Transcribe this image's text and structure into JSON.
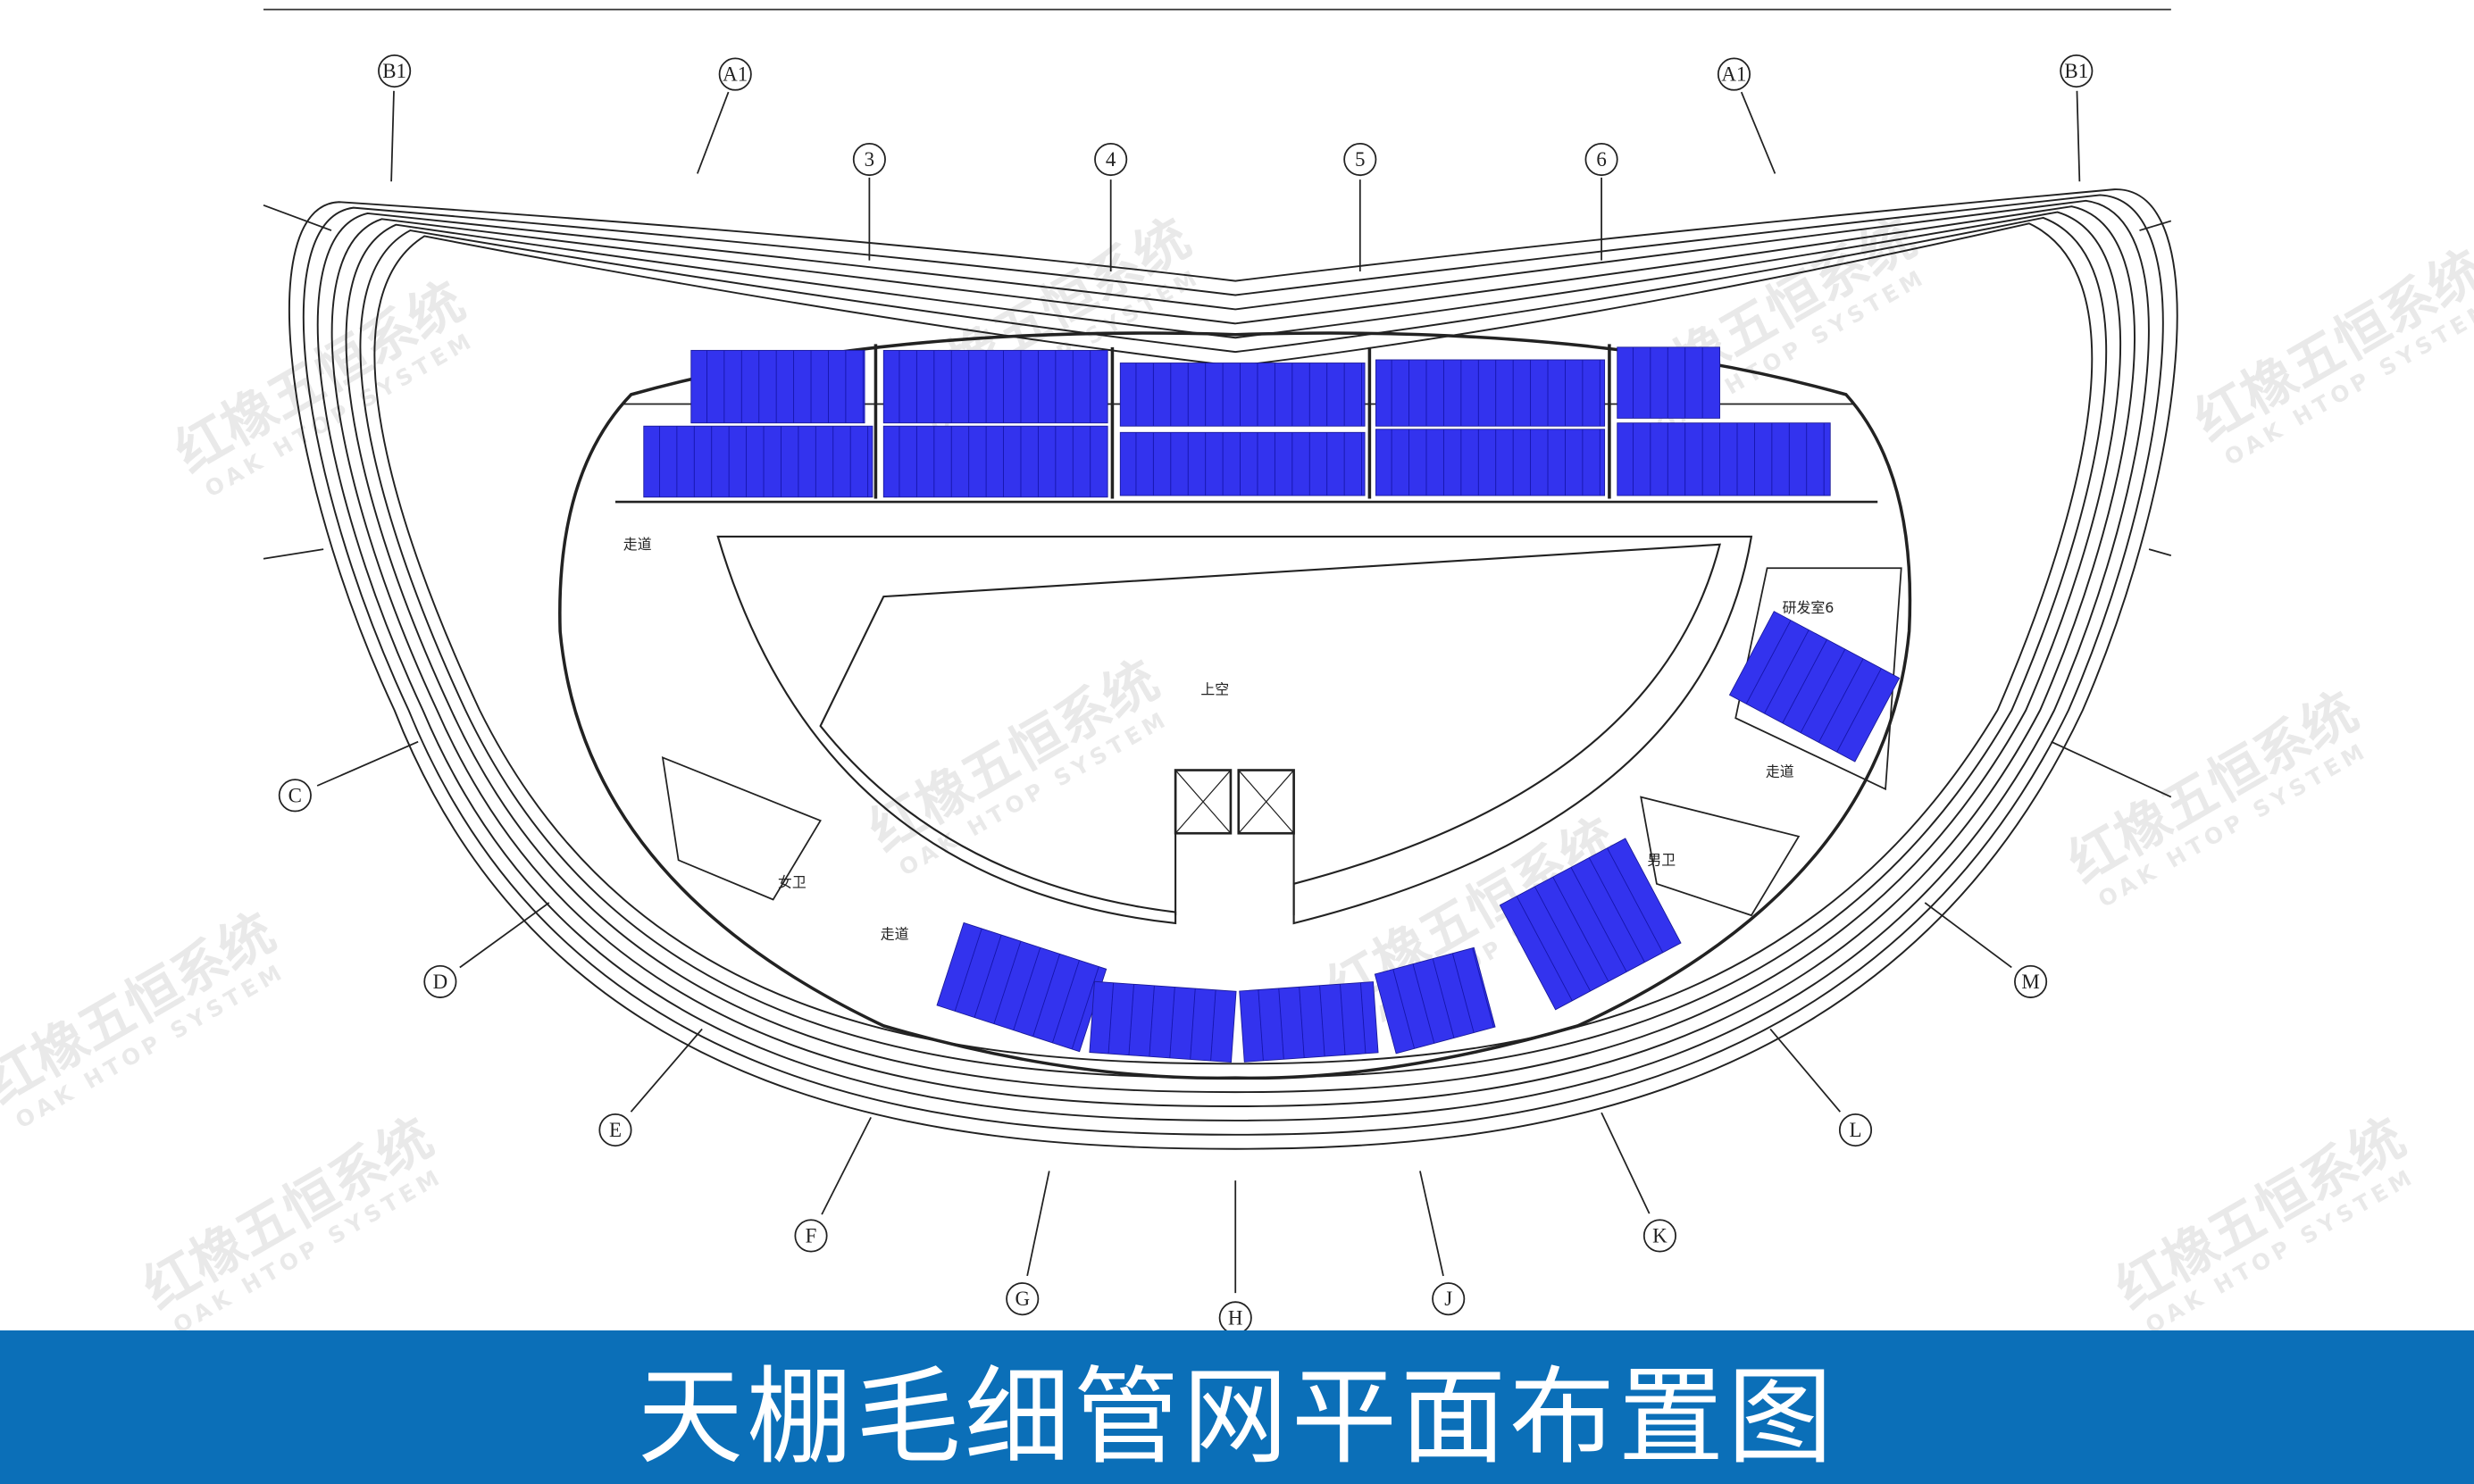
{
  "title": "天棚毛细管网平面布置图",
  "grid_labels": {
    "top": [
      "B1",
      "A1",
      "3",
      "4",
      "5",
      "6",
      "A1",
      "B1"
    ],
    "bottom": [
      "C",
      "D",
      "E",
      "F",
      "G",
      "H",
      "J",
      "K",
      "L",
      "M"
    ]
  },
  "rooms": {
    "corridor": "走道",
    "void": "上空",
    "rd_room": "研发室6",
    "womens_wc": "女卫",
    "mens_wc": "男卫"
  },
  "watermark": {
    "cn": "红橡五恒系统",
    "en": "OAK HTOP SYSTEM"
  },
  "colors": {
    "title_bar": "#0b6fb8",
    "panel": "#3333ee",
    "line": "#222222"
  }
}
